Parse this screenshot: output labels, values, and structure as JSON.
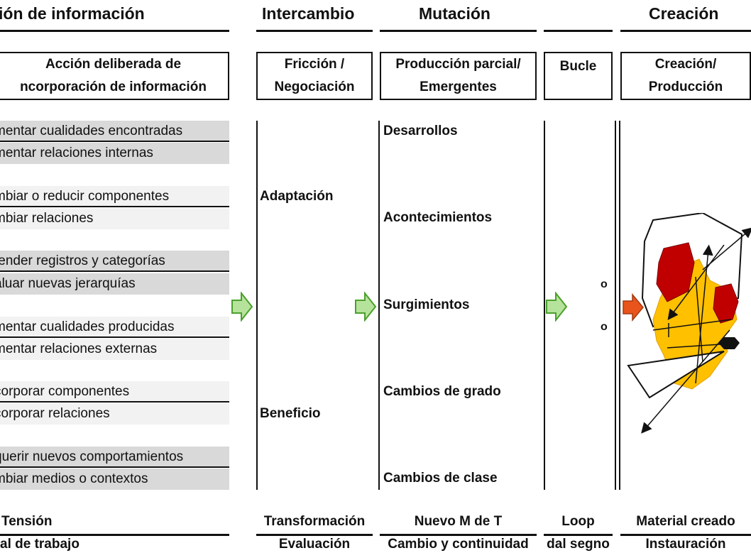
{
  "headers": {
    "col1": "ión de información",
    "col2": "Intercambio",
    "col3": "Mutación",
    "col5": "Creación"
  },
  "boxes": {
    "col1": "Acción deliberada de\nncorporación de información",
    "col2": "Fricción /\nNegociación",
    "col3": "Producción parcial/\nEmergentes",
    "col4": "Bucle",
    "col5": "Creación/\nProducción"
  },
  "actions": [
    {
      "text": "mentar cualidades encontradas",
      "shade": "dark"
    },
    {
      "text": "mentar relaciones internas",
      "shade": "dark"
    },
    {
      "text": "mbiar o reducir componentes",
      "shade": "light"
    },
    {
      "text": "mbiar relaciones",
      "shade": "light"
    },
    {
      "text": "tender registros y categorías",
      "shade": "dark"
    },
    {
      "text": "aluar nuevas jerarquías",
      "shade": "dark"
    },
    {
      "text": "mentar cualidades producidas",
      "shade": "light"
    },
    {
      "text": "mentar relaciones externas",
      "shade": "light"
    },
    {
      "text": "corporar componentes",
      "shade": "light"
    },
    {
      "text": "corporar relaciones",
      "shade": "light"
    },
    {
      "text": "querir nuevos comportamientos",
      "shade": "dark"
    },
    {
      "text": "mbiar medios o contextos",
      "shade": "dark"
    }
  ],
  "intercambio_labels": {
    "adaptacion": "Adaptación",
    "beneficio": "Beneficio"
  },
  "mutacion_labels": {
    "desarrollos": "Desarrollos",
    "acontecimientos": "Acontecimientos",
    "surgimientos": "Surgimientos",
    "grado": "Cambios de grado",
    "clase": "Cambios de clase"
  },
  "bucle_markers": [
    "o",
    "o"
  ],
  "footer_row1": {
    "col1": "Tensión",
    "col2": "Transformación",
    "col3": "Nuevo M de T",
    "col4": "Loop",
    "col5": "Material creado"
  },
  "footer_row2": {
    "col1": "al de trabajo",
    "col2": "Evaluación",
    "col3": "Cambio y continuidad",
    "col4": "dal segno",
    "col5": "Instauración"
  },
  "colors": {
    "arrow_green": "#b6e39c",
    "arrow_green_stroke": "#4aa02c",
    "arrow_orange": "#e8541b",
    "blob_yellow": "#ffc000",
    "blob_red": "#c00000"
  }
}
